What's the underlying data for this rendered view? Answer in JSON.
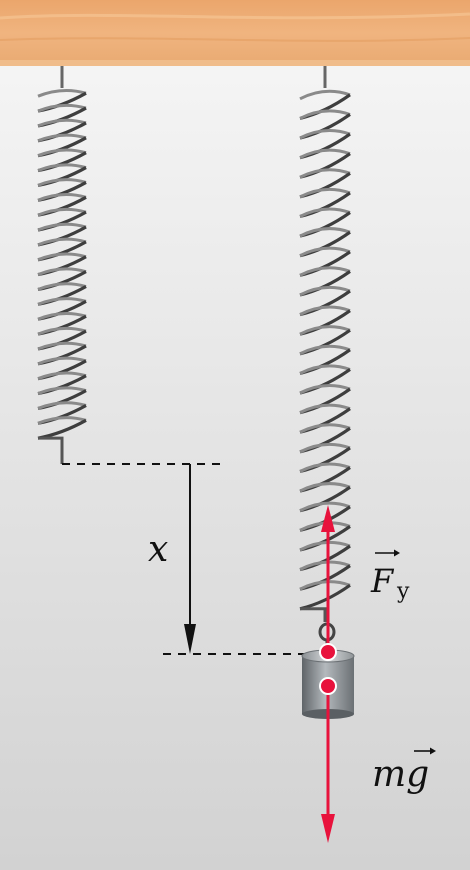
{
  "labels": {
    "extension": "x",
    "spring_force_main": "F",
    "spring_force_sub": "y",
    "gravity_force": "mg"
  },
  "colors": {
    "ceiling": "#edb27a",
    "background_top": "#f7f7f7",
    "background_bottom": "#d4d4d4",
    "force_arrow": "#e8123c",
    "spring": "#555555",
    "mass": "#8e9498",
    "guide_lines": "#111111"
  }
}
